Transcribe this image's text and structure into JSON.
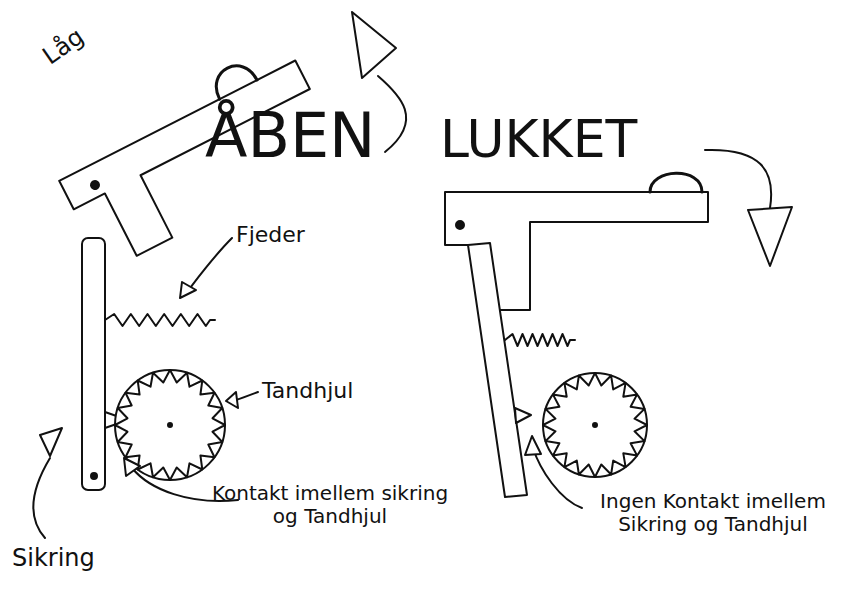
{
  "diagram": {
    "labels": [
      "Låg",
      "ÅBEN",
      "LUKKET",
      "Fjeder",
      "Tandhjul",
      "Kontakt imellem sikring og Tandhjul",
      "Sikring",
      "Ingen Kontakt imellem Sikring og Tandhjul"
    ]
  }
}
